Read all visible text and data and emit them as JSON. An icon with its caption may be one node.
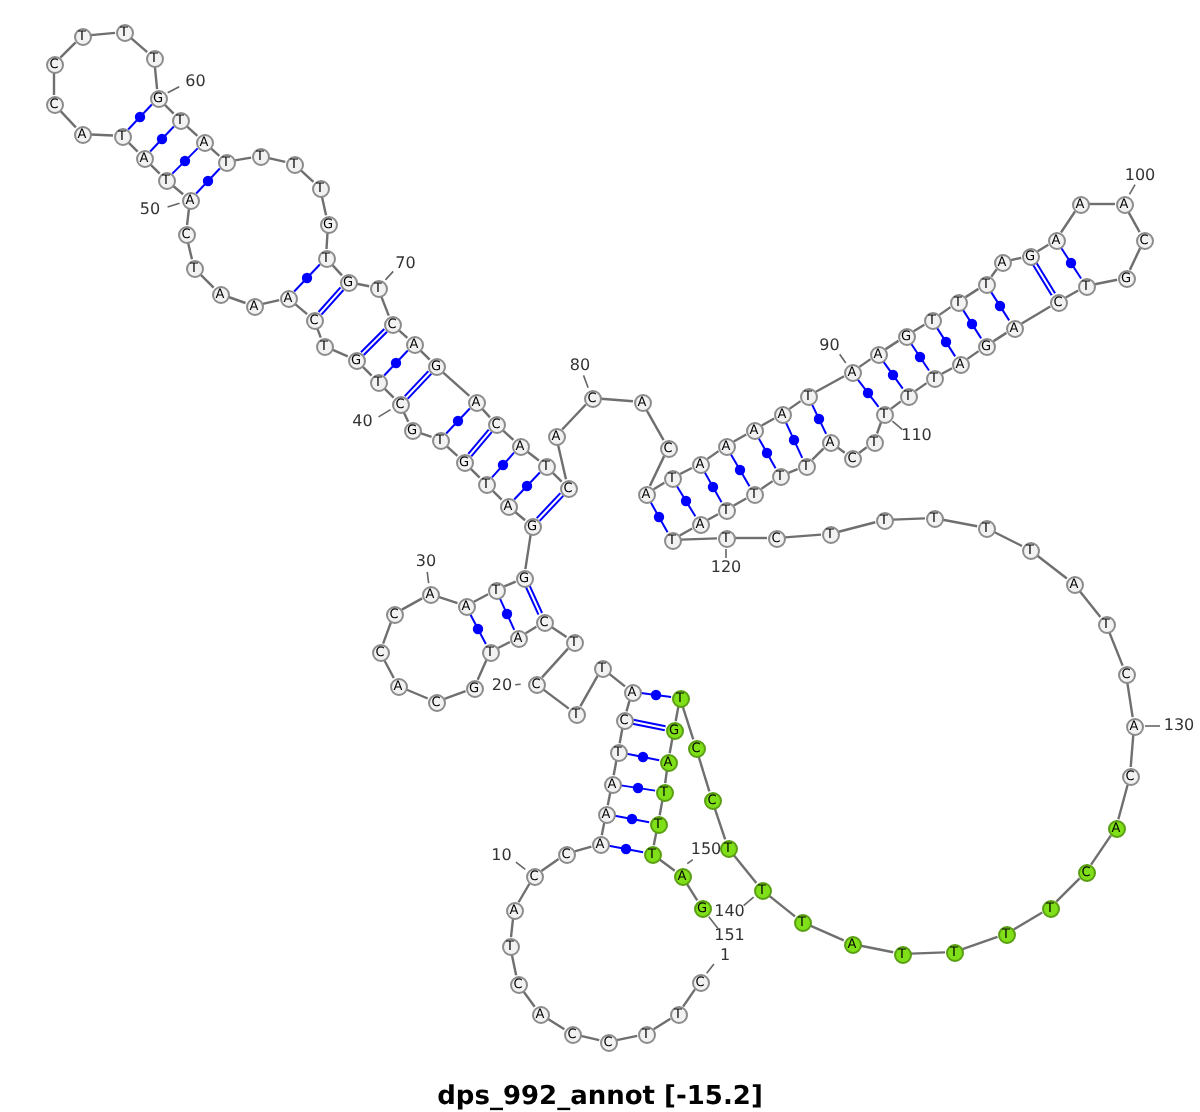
{
  "diagram": {
    "caption": "dps_992_annot [-15.2]",
    "nodes": [
      {
        "text": [
          "C"
        ],
        "beside": [
          "1"
        ]
      },
      {
        "text": [
          "T"
        ]
      },
      {
        "text": [
          "T"
        ]
      },
      {
        "text": [
          "C"
        ]
      },
      {
        "text": [
          "C"
        ]
      },
      {
        "text": [
          "A"
        ]
      },
      {
        "text": [
          "C"
        ]
      },
      {
        "text": [
          "T"
        ]
      },
      {
        "text": [
          "A"
        ]
      },
      {
        "text": [
          "C"
        ],
        "beside": [
          "10"
        ]
      },
      {
        "text": [
          "C"
        ]
      },
      {
        "text": [
          "A"
        ]
      },
      {
        "text": [
          "A"
        ]
      },
      {
        "text": [
          "A"
        ]
      },
      {
        "text": [
          "T"
        ]
      },
      {
        "text": [
          "C"
        ]
      },
      {
        "text": [
          "A"
        ]
      },
      {
        "text": [
          "T"
        ]
      },
      {
        "text": [
          "T"
        ]
      },
      {
        "text": [
          "C"
        ]
      },
      {
        "text": [
          "T"
        ]
      },
      {
        "text": [
          "C"
        ]
      },
      {
        "text": [
          "A"
        ]
      },
      {
        "text": [
          "T"
        ]
      },
      {
        "text": [
          "G"
        ]
      },
      {
        "text": [
          "C"
        ]
      },
      {
        "text": [
          "A"
        ]
      },
      {
        "text": [
          "C"
        ]
      },
      {
        "text": [
          "C"
        ]
      },
      {
        "text": [
          "A"
        ],
        "beside": [
          "30"
        ]
      },
      {
        "text": [
          "A"
        ]
      },
      {
        "text": [
          "T"
        ]
      },
      {
        "text": [
          "G"
        ]
      },
      {
        "text": [
          "G"
        ]
      },
      {
        "text": [
          "A"
        ]
      },
      {
        "text": [
          "T"
        ]
      },
      {
        "text": [
          "G"
        ]
      },
      {
        "text": [
          "T"
        ]
      },
      {
        "text": [
          "G"
        ]
      },
      {
        "text": [
          "C"
        ],
        "beside": [
          "40"
        ]
      },
      {
        "text": [
          "T"
        ]
      },
      {
        "text": [
          "G"
        ]
      },
      {
        "text": [
          "T"
        ]
      },
      {
        "text": [
          "C"
        ]
      },
      {
        "text": [
          "A"
        ]
      },
      {
        "text": [
          "A"
        ]
      },
      {
        "text": [
          "A"
        ]
      },
      {
        "text": [
          "T"
        ]
      },
      {
        "text": [
          "C"
        ]
      },
      {
        "text": [
          "A"
        ],
        "beside": [
          "50"
        ]
      },
      {
        "text": [
          "T"
        ]
      },
      {
        "text": [
          "A"
        ]
      },
      {
        "text": [
          "T"
        ]
      },
      {
        "text": [
          "A"
        ]
      },
      {
        "text": [
          "C"
        ]
      },
      {
        "text": [
          "C"
        ]
      },
      {
        "text": [
          "T"
        ]
      },
      {
        "text": [
          "T"
        ]
      },
      {
        "text": [
          "T"
        ]
      },
      {
        "text": [
          "G"
        ],
        "beside": [
          "60"
        ]
      },
      {
        "text": [
          "T"
        ]
      },
      {
        "text": [
          "A"
        ]
      },
      {
        "text": [
          "T"
        ]
      },
      {
        "text": [
          "T"
        ]
      },
      {
        "text": [
          "T"
        ]
      },
      {
        "text": [
          "T"
        ]
      },
      {
        "text": [
          "G"
        ]
      },
      {
        "text": [
          "T"
        ]
      },
      {
        "text": [
          "G"
        ]
      },
      {
        "text": [
          "T"
        ],
        "beside": [
          "70"
        ]
      },
      {
        "text": [
          "C"
        ]
      },
      {
        "text": [
          "A"
        ]
      },
      {
        "text": [
          "G"
        ]
      },
      {
        "text": [
          "A"
        ]
      },
      {
        "text": [
          "C"
        ]
      },
      {
        "text": [
          "A"
        ]
      },
      {
        "text": [
          "T"
        ]
      },
      {
        "text": [
          "C"
        ]
      },
      {
        "text": [
          "A"
        ]
      },
      {
        "text": [
          "C"
        ],
        "beside": [
          "80"
        ]
      },
      {
        "text": [
          "A"
        ]
      },
      {
        "text": [
          "C"
        ]
      },
      {
        "text": [
          "A"
        ]
      },
      {
        "text": [
          "T"
        ]
      },
      {
        "text": [
          "A"
        ]
      },
      {
        "text": [
          "A"
        ]
      },
      {
        "text": [
          "A"
        ]
      },
      {
        "text": [
          "A"
        ]
      },
      {
        "text": [
          "T"
        ]
      },
      {
        "text": [
          "A"
        ],
        "beside": [
          "90"
        ]
      },
      {
        "text": [
          "A"
        ]
      },
      {
        "text": [
          "G"
        ]
      },
      {
        "text": [
          "T"
        ]
      },
      {
        "text": [
          "T"
        ]
      },
      {
        "text": [
          "T"
        ]
      },
      {
        "text": [
          "A"
        ]
      },
      {
        "text": [
          "G"
        ]
      },
      {
        "text": [
          "A"
        ]
      },
      {
        "text": [
          "A"
        ]
      },
      {
        "text": [
          "A"
        ],
        "beside": [
          "100"
        ]
      },
      {
        "text": [
          "C"
        ]
      },
      {
        "text": [
          "G"
        ]
      },
      {
        "text": [
          "T"
        ]
      },
      {
        "text": [
          "C"
        ]
      },
      {
        "text": [
          "A"
        ]
      },
      {
        "text": [
          "G"
        ]
      },
      {
        "text": [
          "A"
        ]
      },
      {
        "text": [
          "T"
        ]
      },
      {
        "text": [
          "T"
        ]
      },
      {
        "text": [
          "T"
        ],
        "beside": [
          "110"
        ]
      },
      {
        "text": [
          "T"
        ]
      },
      {
        "text": [
          "C"
        ]
      },
      {
        "text": [
          "A"
        ]
      },
      {
        "text": [
          "T"
        ]
      },
      {
        "text": [
          "T"
        ]
      },
      {
        "text": [
          "T"
        ]
      },
      {
        "text": [
          "T"
        ]
      },
      {
        "text": [
          "A"
        ]
      },
      {
        "text": [
          "T"
        ]
      },
      {
        "text": [
          "T"
        ],
        "beside": [
          "120"
        ]
      },
      {
        "text": [
          "C"
        ]
      },
      {
        "text": [
          "T"
        ]
      },
      {
        "text": [
          "T"
        ]
      },
      {
        "text": [
          "T"
        ]
      },
      {
        "text": [
          "T"
        ]
      },
      {
        "text": [
          "T"
        ]
      },
      {
        "text": [
          "A"
        ]
      },
      {
        "text": [
          "T"
        ]
      },
      {
        "text": [
          "C"
        ]
      },
      {
        "text": [
          "A"
        ],
        "beside": [
          "130"
        ]
      },
      {
        "text": [
          "C"
        ]
      },
      {
        "text": [
          "A"
        ]
      },
      {
        "text": [
          "C"
        ]
      },
      {
        "text": [
          "T"
        ]
      },
      {
        "text": [
          "T"
        ]
      },
      {
        "text": [
          "T"
        ]
      },
      {
        "text": [
          "T"
        ]
      },
      {
        "text": [
          "A"
        ]
      },
      {
        "text": [
          "T"
        ]
      },
      {
        "text": [
          "T"
        ],
        "beside": [
          "140"
        ]
      },
      {
        "text": [
          "T"
        ]
      },
      {
        "text": [
          "C"
        ]
      },
      {
        "text": [
          "C"
        ]
      },
      {
        "text": [
          "T"
        ]
      },
      {
        "text": [
          "G"
        ]
      },
      {
        "text": [
          "A"
        ]
      },
      {
        "text": [
          "T"
        ]
      },
      {
        "text": [
          "T"
        ]
      },
      {
        "text": [
          "T"
        ]
      },
      {
        "text": [
          "A"
        ]
      },
      {
        "text": [
          "G"
        ],
        "beside": [
          "151"
        ]
      }
    ],
    "edges": [
      {
        "from": 0,
        "to": 1,
        "arrow": "none"
      },
      {
        "from": 1,
        "to": 2,
        "arrow": "none"
      },
      {
        "from": 2,
        "to": 3,
        "arrow": "none"
      },
      {
        "from": 3,
        "to": 4,
        "arrow": "none"
      },
      {
        "from": 4,
        "to": 5,
        "arrow": "none"
      },
      {
        "from": 5,
        "to": 6,
        "arrow": "none"
      },
      {
        "from": 6,
        "to": 7,
        "arrow": "none"
      },
      {
        "from": 7,
        "to": 8,
        "arrow": "none"
      },
      {
        "from": 8,
        "to": 9,
        "arrow": "none"
      },
      {
        "from": 9,
        "to": 10,
        "arrow": "none"
      },
      {
        "from": 10,
        "to": 11,
        "arrow": "none"
      },
      {
        "from": 11,
        "to": 12,
        "arrow": "none"
      },
      {
        "from": 12,
        "to": 13,
        "arrow": "none"
      },
      {
        "from": 13,
        "to": 14,
        "arrow": "none"
      },
      {
        "from": 14,
        "to": 15,
        "arrow": "none"
      },
      {
        "from": 15,
        "to": 16,
        "arrow": "none"
      },
      {
        "from": 16,
        "to": 17,
        "arrow": "none"
      },
      {
        "from": 17,
        "to": 18,
        "arrow": "none"
      },
      {
        "from": 18,
        "to": 19,
        "arrow": "none"
      },
      {
        "from": 19,
        "to": 20,
        "arrow": "none"
      },
      {
        "from": 20,
        "to": 21,
        "arrow": "none"
      },
      {
        "from": 21,
        "to": 22,
        "arrow": "none"
      },
      {
        "from": 22,
        "to": 23,
        "arrow": "none"
      },
      {
        "from": 23,
        "to": 24,
        "arrow": "none"
      },
      {
        "from": 24,
        "to": 25,
        "arrow": "none"
      },
      {
        "from": 25,
        "to": 26,
        "arrow": "none"
      },
      {
        "from": 26,
        "to": 27,
        "arrow": "none"
      },
      {
        "from": 27,
        "to": 28,
        "arrow": "none"
      },
      {
        "from": 28,
        "to": 29,
        "arrow": "none"
      },
      {
        "from": 29,
        "to": 30,
        "arrow": "none"
      },
      {
        "from": 30,
        "to": 31,
        "arrow": "none"
      },
      {
        "from": 31,
        "to": 32,
        "arrow": "none"
      },
      {
        "from": 32,
        "to": 33,
        "arrow": "none"
      },
      {
        "from": 33,
        "to": 34,
        "arrow": "none"
      },
      {
        "from": 34,
        "to": 35,
        "arrow": "none"
      },
      {
        "from": 35,
        "to": 36,
        "arrow": "none"
      },
      {
        "from": 36,
        "to": 37,
        "arrow": "none"
      },
      {
        "from": 37,
        "to": 38,
        "arrow": "none"
      },
      {
        "from": 38,
        "to": 39,
        "arrow": "none"
      },
      {
        "from": 39,
        "to": 40,
        "arrow": "none"
      },
      {
        "from": 40,
        "to": 41,
        "arrow": "none"
      },
      {
        "from": 41,
        "to": 42,
        "arrow": "none"
      },
      {
        "from": 42,
        "to": 43,
        "arrow": "none"
      },
      {
        "from": 43,
        "to": 44,
        "arrow": "none"
      },
      {
        "from": 44,
        "to": 45,
        "arrow": "none"
      },
      {
        "from": 45,
        "to": 46,
        "arrow": "none"
      },
      {
        "from": 46,
        "to": 47,
        "arrow": "none"
      },
      {
        "from": 47,
        "to": 48,
        "arrow": "none"
      },
      {
        "from": 48,
        "to": 49,
        "arrow": "none"
      },
      {
        "from": 49,
        "to": 50,
        "arrow": "none"
      },
      {
        "from": 50,
        "to": 51,
        "arrow": "none"
      },
      {
        "from": 51,
        "to": 52,
        "arrow": "none"
      },
      {
        "from": 52,
        "to": 53,
        "arrow": "none"
      },
      {
        "from": 53,
        "to": 54,
        "arrow": "none"
      },
      {
        "from": 54,
        "to": 55,
        "arrow": "none"
      },
      {
        "from": 55,
        "to": 56,
        "arrow": "none"
      },
      {
        "from": 56,
        "to": 57,
        "arrow": "none"
      },
      {
        "from": 57,
        "to": 58,
        "arrow": "none"
      },
      {
        "from": 58,
        "to": 59,
        "arrow": "none"
      },
      {
        "from": 59,
        "to": 60,
        "arrow": "none"
      },
      {
        "from": 60,
        "to": 61,
        "arrow": "none"
      },
      {
        "from": 61,
        "to": 62,
        "arrow": "none"
      },
      {
        "from": 62,
        "to": 63,
        "arrow": "none"
      },
      {
        "from": 63,
        "to": 64,
        "arrow": "none"
      },
      {
        "from": 64,
        "to": 65,
        "arrow": "none"
      },
      {
        "from": 65,
        "to": 66,
        "arrow": "none"
      },
      {
        "from": 66,
        "to": 67,
        "arrow": "none"
      },
      {
        "from": 67,
        "to": 68,
        "arrow": "none"
      },
      {
        "from": 68,
        "to": 69,
        "arrow": "none"
      },
      {
        "from": 69,
        "to": 70,
        "arrow": "none"
      },
      {
        "from": 70,
        "to": 71,
        "arrow": "none"
      },
      {
        "from": 71,
        "to": 72,
        "arrow": "none"
      },
      {
        "from": 72,
        "to": 73,
        "arrow": "none"
      },
      {
        "from": 73,
        "to": 74,
        "arrow": "none"
      },
      {
        "from": 74,
        "to": 75,
        "arrow": "none"
      },
      {
        "from": 75,
        "to": 76,
        "arrow": "none"
      },
      {
        "from": 76,
        "to": 77,
        "arrow": "none"
      },
      {
        "from": 77,
        "to": 78,
        "arrow": "none"
      },
      {
        "from": 78,
        "to": 79,
        "arrow": "none"
      },
      {
        "from": 79,
        "to": 80,
        "arrow": "none"
      },
      {
        "from": 80,
        "to": 81,
        "arrow": "none"
      },
      {
        "from": 81,
        "to": 82,
        "arrow": "none"
      },
      {
        "from": 82,
        "to": 83,
        "arrow": "none"
      },
      {
        "from": 83,
        "to": 84,
        "arrow": "none"
      },
      {
        "from": 84,
        "to": 85,
        "arrow": "none"
      },
      {
        "from": 85,
        "to": 86,
        "arrow": "none"
      },
      {
        "from": 86,
        "to": 87,
        "arrow": "none"
      },
      {
        "from": 87,
        "to": 88,
        "arrow": "none"
      },
      {
        "from": 88,
        "to": 89,
        "arrow": "none"
      },
      {
        "from": 89,
        "to": 90,
        "arrow": "none"
      },
      {
        "from": 90,
        "to": 91,
        "arrow": "none"
      },
      {
        "from": 91,
        "to": 92,
        "arrow": "none"
      },
      {
        "from": 92,
        "to": 93,
        "arrow": "none"
      },
      {
        "from": 93,
        "to": 94,
        "arrow": "none"
      },
      {
        "from": 94,
        "to": 95,
        "arrow": "none"
      },
      {
        "from": 95,
        "to": 96,
        "arrow": "none"
      },
      {
        "from": 96,
        "to": 97,
        "arrow": "none"
      },
      {
        "from": 97,
        "to": 98,
        "arrow": "none"
      },
      {
        "from": 98,
        "to": 99,
        "arrow": "none"
      },
      {
        "from": 99,
        "to": 100,
        "arrow": "none"
      },
      {
        "from": 100,
        "to": 101,
        "arrow": "none"
      },
      {
        "from": 101,
        "to": 102,
        "arrow": "none"
      },
      {
        "from": 102,
        "to": 103,
        "arrow": "none"
      },
      {
        "from": 103,
        "to": 104,
        "arrow": "none"
      },
      {
        "from": 104,
        "to": 105,
        "arrow": "none"
      },
      {
        "from": 105,
        "to": 106,
        "arrow": "none"
      },
      {
        "from": 106,
        "to": 107,
        "arrow": "none"
      },
      {
        "from": 107,
        "to": 108,
        "arrow": "none"
      },
      {
        "from": 108,
        "to": 109,
        "arrow": "none"
      },
      {
        "from": 109,
        "to": 110,
        "arrow": "none"
      },
      {
        "from": 110,
        "to": 111,
        "arrow": "none"
      },
      {
        "from": 111,
        "to": 112,
        "arrow": "none"
      },
      {
        "from": 112,
        "to": 113,
        "arrow": "none"
      },
      {
        "from": 113,
        "to": 114,
        "arrow": "none"
      },
      {
        "from": 114,
        "to": 115,
        "arrow": "none"
      },
      {
        "from": 115,
        "to": 116,
        "arrow": "none"
      },
      {
        "from": 116,
        "to": 117,
        "arrow": "none"
      },
      {
        "from": 117,
        "to": 118,
        "arrow": "none"
      },
      {
        "from": 118,
        "to": 119,
        "arrow": "none"
      },
      {
        "from": 119,
        "to": 120,
        "arrow": "none"
      },
      {
        "from": 120,
        "to": 121,
        "arrow": "none"
      },
      {
        "from": 121,
        "to": 122,
        "arrow": "none"
      },
      {
        "from": 122,
        "to": 123,
        "arrow": "none"
      },
      {
        "from": 123,
        "to": 124,
        "arrow": "none"
      },
      {
        "from": 124,
        "to": 125,
        "arrow": "none"
      },
      {
        "from": 125,
        "to": 126,
        "arrow": "none"
      },
      {
        "from": 126,
        "to": 127,
        "arrow": "none"
      },
      {
        "from": 127,
        "to": 128,
        "arrow": "none"
      },
      {
        "from": 128,
        "to": 129,
        "arrow": "none"
      },
      {
        "from": 129,
        "to": 130,
        "arrow": "none"
      },
      {
        "from": 130,
        "to": 131,
        "arrow": "none"
      },
      {
        "from": 131,
        "to": 132,
        "arrow": "none"
      },
      {
        "from": 132,
        "to": 133,
        "arrow": "none"
      },
      {
        "from": 133,
        "to": 134,
        "arrow": "none"
      },
      {
        "from": 134,
        "to": 135,
        "arrow": "none"
      },
      {
        "from": 135,
        "to": 136,
        "arrow": "none"
      },
      {
        "from": 136,
        "to": 137,
        "arrow": "none"
      },
      {
        "from": 137,
        "to": 138,
        "arrow": "none"
      },
      {
        "from": 138,
        "to": 139,
        "arrow": "none"
      },
      {
        "from": 139,
        "to": 140,
        "arrow": "none"
      },
      {
        "from": 140,
        "to": 141,
        "arrow": "none"
      },
      {
        "from": 141,
        "to": 142,
        "arrow": "none"
      },
      {
        "from": 142,
        "to": 143,
        "arrow": "none"
      },
      {
        "from": 143,
        "to": 144,
        "arrow": "none"
      },
      {
        "from": 144,
        "to": 145,
        "arrow": "none"
      },
      {
        "from": 145,
        "to": 146,
        "arrow": "none"
      },
      {
        "from": 146,
        "to": 147,
        "arrow": "none"
      },
      {
        "from": 147,
        "to": 148,
        "arrow": "none"
      },
      {
        "from": 148,
        "to": 149,
        "arrow": "none"
      },
      {
        "from": 149,
        "to": 150,
        "arrow": "none"
      },
      {
        "from": 11,
        "to": 148,
        "arrow": "none",
        "color": "#0000ff"
      },
      {
        "from": 12,
        "to": 147,
        "arrow": "none",
        "color": "#0000ff"
      },
      {
        "from": 13,
        "to": 146,
        "arrow": "none",
        "color": "#0000ff"
      },
      {
        "from": 14,
        "to": 145,
        "arrow": "none",
        "color": "#0000ff"
      },
      {
        "from": 15,
        "to": 144,
        "arrow": "none",
        "color": "#0000ff",
        "style": "thick"
      },
      {
        "from": 16,
        "to": 143,
        "arrow": "none",
        "color": "#0000ff"
      },
      {
        "from": 21,
        "to": 32,
        "arrow": "none",
        "color": "#0000ff",
        "style": "thick"
      },
      {
        "from": 22,
        "to": 31,
        "arrow": "none",
        "color": "#0000ff"
      },
      {
        "from": 23,
        "to": 30,
        "arrow": "none",
        "color": "#0000ff"
      },
      {
        "from": 33,
        "to": 77,
        "arrow": "none",
        "color": "#0000ff",
        "style": "thick"
      },
      {
        "from": 34,
        "to": 76,
        "arrow": "none",
        "color": "#0000ff"
      },
      {
        "from": 35,
        "to": 75,
        "arrow": "none",
        "color": "#0000ff"
      },
      {
        "from": 36,
        "to": 74,
        "arrow": "none",
        "color": "#0000ff",
        "style": "thick"
      },
      {
        "from": 37,
        "to": 73,
        "arrow": "none",
        "color": "#0000ff"
      },
      {
        "from": 39,
        "to": 72,
        "arrow": "none",
        "color": "#0000ff",
        "style": "thick"
      },
      {
        "from": 40,
        "to": 71,
        "arrow": "none",
        "color": "#0000ff"
      },
      {
        "from": 41,
        "to": 70,
        "arrow": "none",
        "color": "#0000ff",
        "style": "thick"
      },
      {
        "from": 43,
        "to": 68,
        "arrow": "none",
        "color": "#0000ff",
        "style": "thick"
      },
      {
        "from": 44,
        "to": 67,
        "arrow": "none",
        "color": "#0000ff"
      },
      {
        "from": 49,
        "to": 62,
        "arrow": "none",
        "color": "#0000ff"
      },
      {
        "from": 50,
        "to": 61,
        "arrow": "none",
        "color": "#0000ff"
      },
      {
        "from": 51,
        "to": 60,
        "arrow": "none",
        "color": "#0000ff"
      },
      {
        "from": 52,
        "to": 59,
        "arrow": "none",
        "color": "#0000ff"
      },
      {
        "from": 82,
        "to": 118,
        "arrow": "none",
        "color": "#0000ff"
      },
      {
        "from": 83,
        "to": 117,
        "arrow": "none",
        "color": "#0000ff"
      },
      {
        "from": 84,
        "to": 116,
        "arrow": "none",
        "color": "#0000ff"
      },
      {
        "from": 85,
        "to": 115,
        "arrow": "none",
        "color": "#0000ff"
      },
      {
        "from": 86,
        "to": 114,
        "arrow": "none",
        "color": "#0000ff"
      },
      {
        "from": 87,
        "to": 113,
        "arrow": "none",
        "color": "#0000ff"
      },
      {
        "from": 88,
        "to": 112,
        "arrow": "none",
        "color": "#0000ff"
      },
      {
        "from": 89,
        "to": 109,
        "arrow": "none",
        "color": "#0000ff"
      },
      {
        "from": 90,
        "to": 108,
        "arrow": "none",
        "color": "#0000ff"
      },
      {
        "from": 91,
        "to": 107,
        "arrow": "none",
        "color": "#0000ff"
      },
      {
        "from": 92,
        "to": 106,
        "arrow": "none",
        "color": "#0000ff"
      },
      {
        "from": 93,
        "to": 105,
        "arrow": "none",
        "color": "#0000ff"
      },
      {
        "from": 94,
        "to": 104,
        "arrow": "none",
        "color": "#0000ff"
      },
      {
        "from": 96,
        "to": 103,
        "arrow": "none",
        "color": "#0000ff",
        "style": "thick"
      },
      {
        "from": 97,
        "to": 102,
        "arrow": "none",
        "color": "#0000ff"
      }
    ],
    "labels": [
      "20",
      "150"
    ]
  }
}
